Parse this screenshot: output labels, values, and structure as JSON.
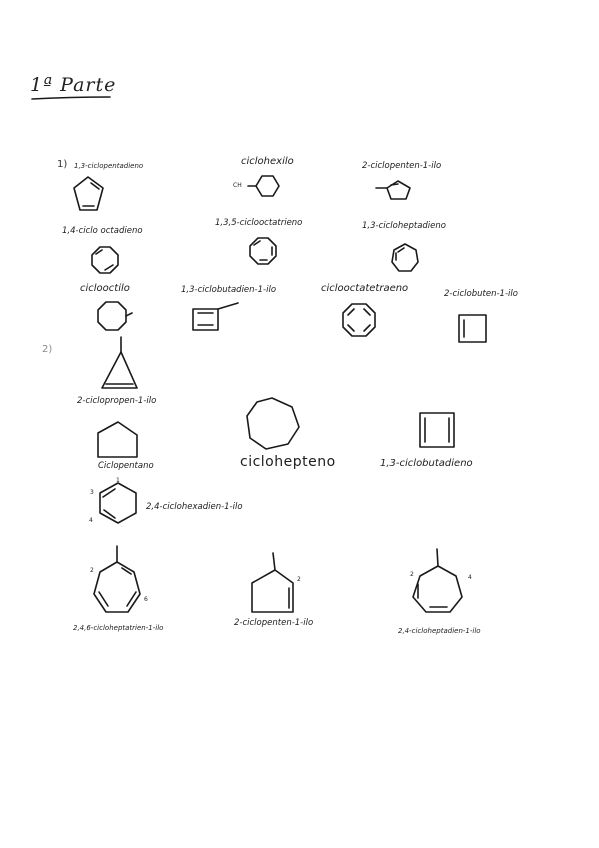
{
  "header": {
    "title": "1ª Parte"
  },
  "sections": {
    "part1": "1)",
    "part2": "2)"
  },
  "labels": {
    "l1": "1,3-ciclopentadieno",
    "l2": "ciclohexilo",
    "l3": "2-ciclopenten-1-ilo",
    "l4": "1,4-ciclo octadieno",
    "l5": "1,3,5-ciclooctatrieno",
    "l6": "1,3-cicloheptadieno",
    "l7": "ciclooctilo",
    "l8": "1,3-ciclobutadien-1-ilo",
    "l9": "ciclooctatetraeno",
    "l10": "2-ciclobuten-1-ilo",
    "l11": "2-ciclopropen-1-ilo",
    "l12": "Ciclopentano",
    "l13": "ciclohepteno",
    "l14": "1,3-ciclobutadieno",
    "l15": "2,4-ciclohexadien-1-ilo",
    "l16": "2,4,6-cicloheptatrien-1-ilo",
    "l17": "2-ciclopenten-1-ilo",
    "l18": "2,4-cicloheptadien-1-ilo"
  },
  "annotations": {
    "ch": "CH",
    "n1": "1",
    "n2": "2",
    "n3": "3",
    "n4": "4",
    "n6": "6",
    "n2b": "2",
    "n2c": "2",
    "n4c": "4"
  }
}
